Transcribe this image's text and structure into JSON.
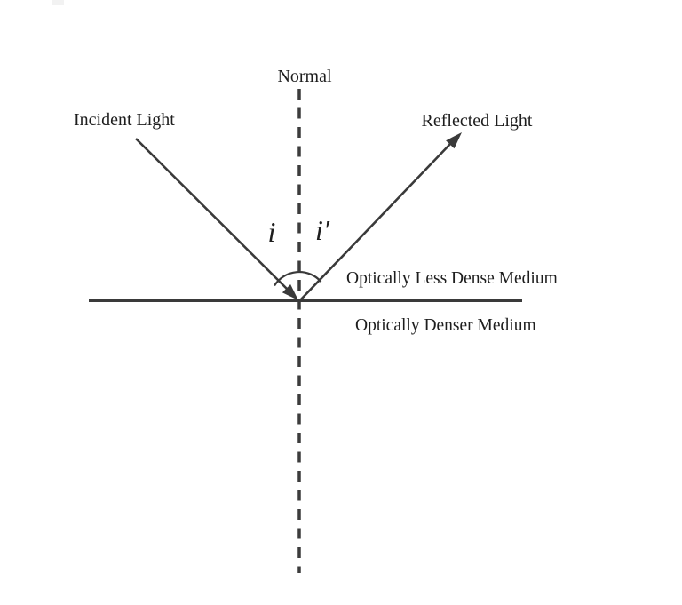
{
  "diagram": {
    "type": "reflection-of-light-ray-diagram",
    "labels": {
      "normal": "Normal",
      "incident_light": "Incident Light",
      "reflected_light": "Reflected Light",
      "angle_of_incidence": "i",
      "angle_of_reflection": "i′",
      "upper_medium": "Optically Less Dense Medium",
      "lower_medium": "Optically Denser Medium"
    },
    "colors": {
      "background": "#ffffff",
      "line": "#3a3a3a",
      "text": "#1e1e1e"
    }
  }
}
